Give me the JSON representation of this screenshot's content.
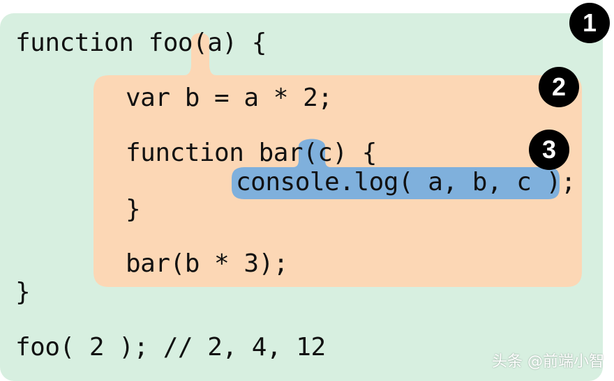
{
  "scopes": [
    {
      "badge": "1",
      "color": "#d7efe0"
    },
    {
      "badge": "2",
      "color": "#fcd7b5"
    },
    {
      "badge": "3",
      "color": "#7fb0dc"
    }
  ],
  "code_lines": {
    "line_1": "function foo(a) {",
    "line_2": "var b = a * 2;",
    "line_3": "function bar(c) {",
    "line_4": "console.log( a, b, c );",
    "line_5": "}",
    "line_6": "bar(b * 3);",
    "line_7": "}",
    "line_8": "foo( 2 ); // 2, 4, 12"
  },
  "watermark": "头条 @前端小智"
}
